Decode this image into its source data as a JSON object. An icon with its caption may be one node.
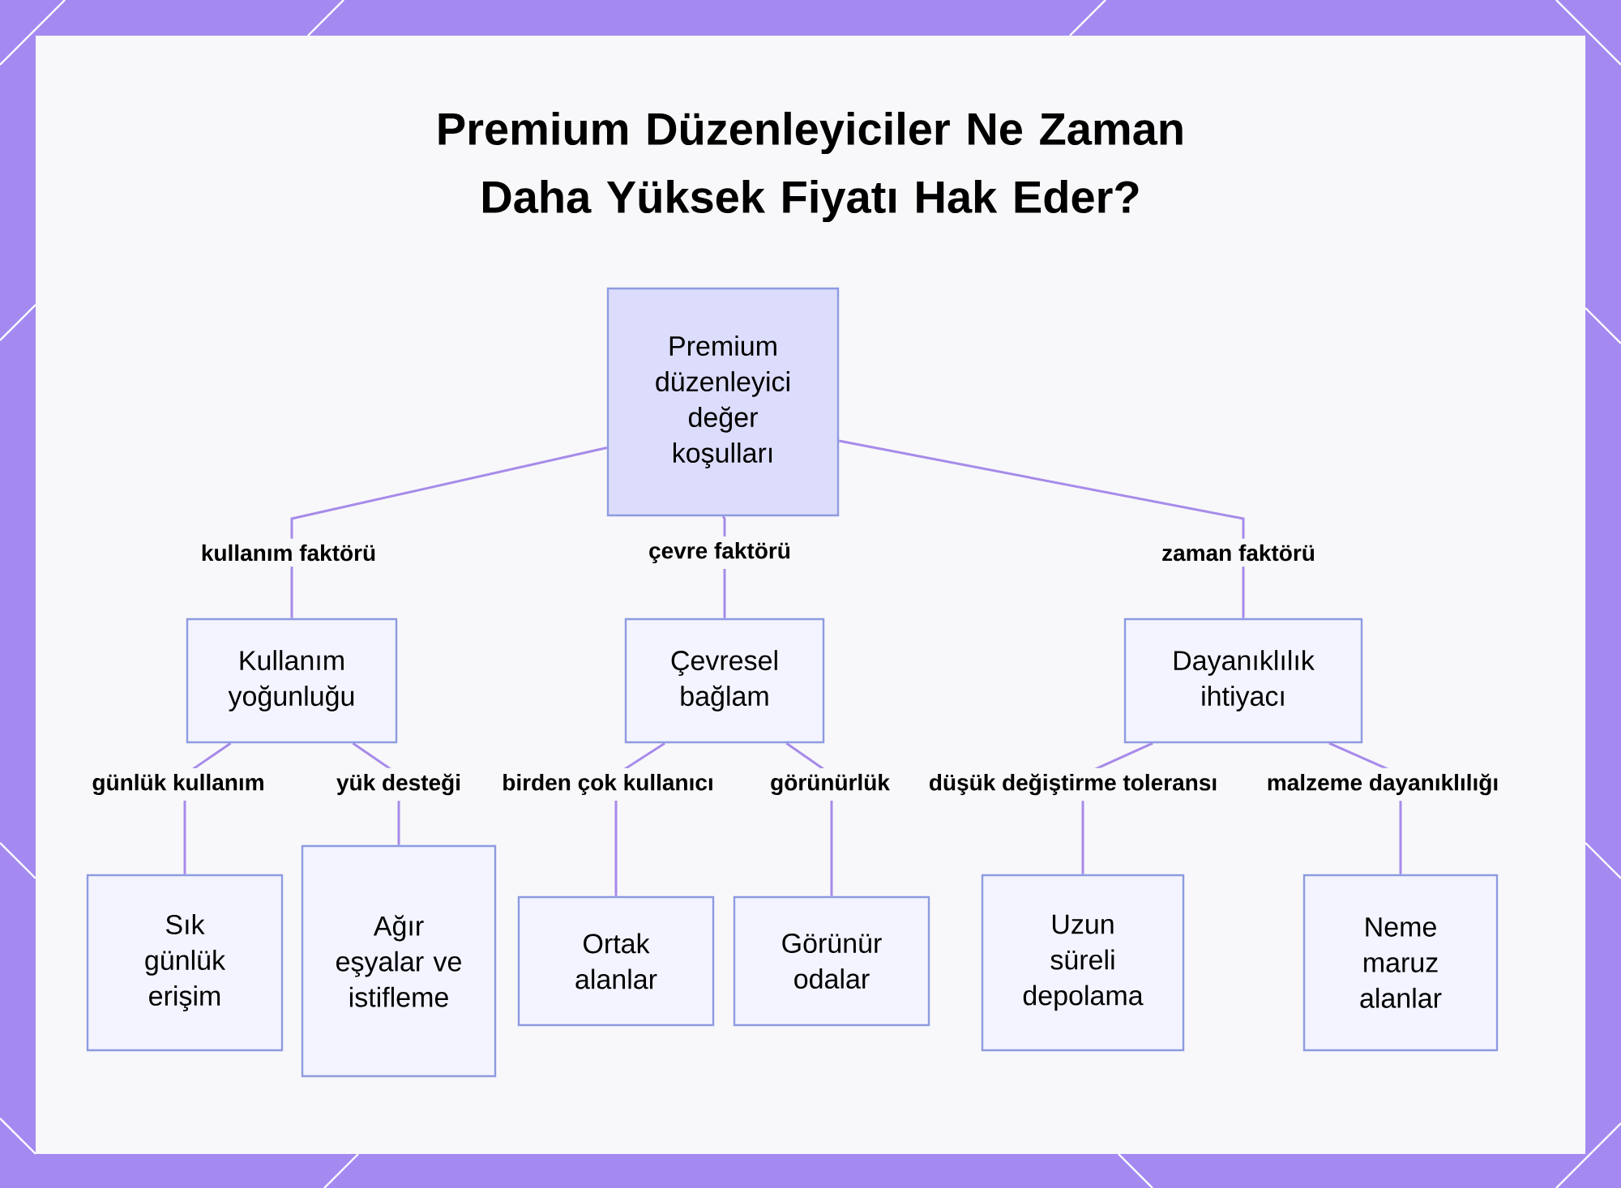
{
  "diagram": {
    "title": "Premium Düzenleyiciler Ne Zaman Daha Yüksek Fiyatı Hak Eder?",
    "nodes": [
      {
        "text": [
          "Premium düzenleyici değer koşulları"
        ]
      },
      {
        "text": [
          "Kullanım yoğunluğu"
        ]
      },
      {
        "text": [
          "Çevresel bağlam"
        ]
      },
      {
        "text": [
          "Dayanıklılık ihtiyacı"
        ]
      },
      {
        "text": [
          "Sık günlük erişim"
        ]
      },
      {
        "text": [
          "Ağır eşyalar ve istifleme"
        ]
      },
      {
        "text": [
          "Ortak alanlar"
        ]
      },
      {
        "text": [
          "Görünür odalar"
        ]
      },
      {
        "text": [
          "Uzun süreli depolama"
        ]
      },
      {
        "text": [
          "Neme maruz alanlar"
        ]
      }
    ],
    "edges": [
      {
        "from": 0,
        "to": 1,
        "arrow": "none",
        "label": "kullanım faktörü"
      },
      {
        "from": 0,
        "to": 2,
        "arrow": "none",
        "label": "çevre faktörü"
      },
      {
        "from": 0,
        "to": 3,
        "arrow": "none",
        "label": "zaman faktörü"
      },
      {
        "from": 1,
        "to": 4,
        "arrow": "none",
        "label": "günlük kullanım"
      },
      {
        "from": 1,
        "to": 5,
        "arrow": "none",
        "label": "yük desteği"
      },
      {
        "from": 2,
        "to": 6,
        "arrow": "none",
        "label": "birden çok kullanıcı"
      },
      {
        "from": 2,
        "to": 7,
        "arrow": "none",
        "label": "görünürlük"
      },
      {
        "from": 3,
        "to": 8,
        "arrow": "none",
        "label": "düşük değiştirme toleransı"
      },
      {
        "from": 3,
        "to": 9,
        "arrow": "none",
        "label": "malzeme dayanıklılığı"
      }
    ]
  }
}
